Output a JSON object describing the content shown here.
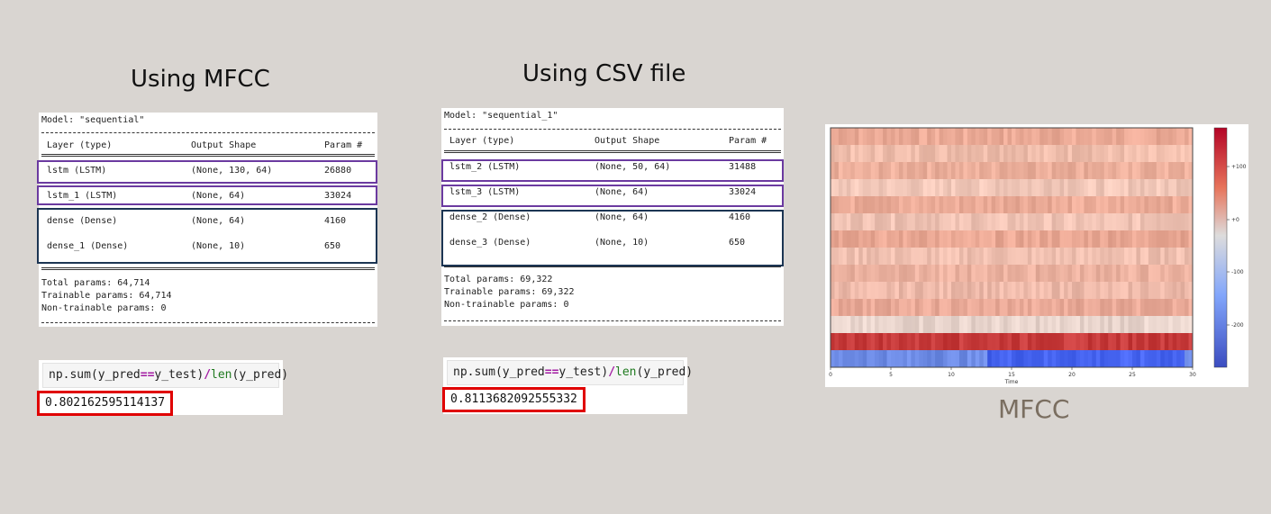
{
  "left": {
    "heading": "Using MFCC",
    "model_line": "Model: \"sequential\"",
    "header": {
      "layer": "Layer (type)",
      "shape": "Output Shape",
      "param": "Param #"
    },
    "rows": [
      {
        "layer": "lstm (LSTM)",
        "shape": "(None, 130, 64)",
        "param": "26880"
      },
      {
        "layer": "lstm_1 (LSTM)",
        "shape": "(None, 64)",
        "param": "33024"
      },
      {
        "layer": "dense (Dense)",
        "shape": "(None, 64)",
        "param": "4160"
      },
      {
        "layer": "dense_1 (Dense)",
        "shape": "(None, 10)",
        "param": "650"
      }
    ],
    "total": "Total params: 64,714",
    "trainable": "Trainable params: 64,714",
    "non_trainable": "Non-trainable params: 0",
    "accuracy": "0.802162595114137"
  },
  "right": {
    "heading": "Using CSV file",
    "model_line": "Model: \"sequential_1\"",
    "header": {
      "layer": "Layer (type)",
      "shape": "Output Shape",
      "param": "Param #"
    },
    "rows": [
      {
        "layer": "lstm_2 (LSTM)",
        "shape": "(None, 50, 64)",
        "param": "31488"
      },
      {
        "layer": "lstm_3 (LSTM)",
        "shape": "(None, 64)",
        "param": "33024"
      },
      {
        "layer": "dense_2 (Dense)",
        "shape": "(None, 64)",
        "param": "4160"
      },
      {
        "layer": "dense_3 (Dense)",
        "shape": "(None, 10)",
        "param": "650"
      }
    ],
    "total": "Total params: 69,322",
    "trainable": "Trainable params: 69,322",
    "non_trainable": "Non-trainable params: 0",
    "accuracy": "0.8113682092555332"
  },
  "code": {
    "p1": "np.sum(y_pred",
    "op": "==",
    "p2": "y_test)",
    "slash": "/",
    "fn": "len",
    "p3": "(y_pred)"
  },
  "colors": {
    "purple_box": "#6b3aa0",
    "navy_box": "#1c3553",
    "output_box": "#e00000",
    "keyword_operator": "#a21ba2",
    "builtin_function": "#1f7a1f",
    "caption": "#7a6e60"
  },
  "mfcc": {
    "caption": "MFCC",
    "xlabel": "Time",
    "xticks": [
      "0",
      "5",
      "10",
      "15",
      "20",
      "25",
      "30"
    ],
    "colorbar_ticks": [
      "+100",
      "+0",
      "-100",
      "-200"
    ],
    "colormap": "coolwarm"
  }
}
